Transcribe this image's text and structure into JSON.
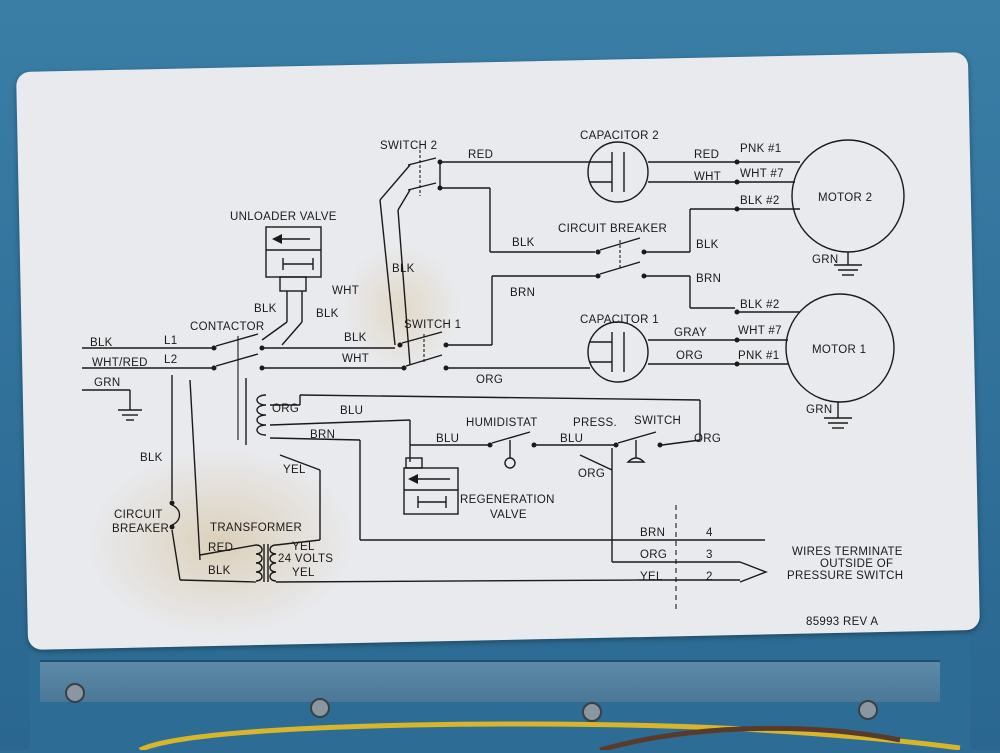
{
  "labels": {
    "switch2": "SWITCH 2",
    "capacitor2": "CAPACITOR 2",
    "motor2": "MOTOR 2",
    "unloader_valve": "UNLOADER VALVE",
    "circuit_breaker_top": "CIRCUIT BREAKER",
    "contactor": "CONTACTOR",
    "switch1": "SWITCH 1",
    "capacitor1": "CAPACITOR 1",
    "motor1": "MOTOR 1",
    "humidistat": "HUMIDISTAT",
    "press": "PRESS.",
    "switch": "SWITCH",
    "regeneration_valve_1": "REGENERATION",
    "regeneration_valve_2": "VALVE",
    "circuit_breaker_left_1": "CIRCUIT",
    "circuit_breaker_left_2": "BREAKER",
    "transformer": "TRANSFORMER",
    "volts": "24 VOLTS",
    "wires_note_1": "WIRES TERMINATE",
    "wires_note_2": "OUTSIDE OF",
    "wires_note_3": "PRESSURE SWITCH",
    "part_number": "85993 REV A",
    "l1": "L1",
    "l2": "L2"
  },
  "wires": {
    "red_top": "RED",
    "red_cap2": "RED",
    "pnk1_top": "PNK #1",
    "wht_cap2": "WHT",
    "wht7_top": "WHT #7",
    "blk2_top": "BLK #2",
    "grn_motor2": "GRN",
    "blk_breaker_in": "BLK",
    "blk_breaker_out": "BLK",
    "brn_breaker_out": "BRN",
    "blk_sw2": "BLK",
    "wht_sw2": "WHT",
    "blk_unloader_a": "BLK",
    "blk_unloader_b": "BLK",
    "brn_sw1": "BRN",
    "blk_in": "BLK",
    "whtred_in": "WHT/RED",
    "grn_in": "GRN",
    "blk_contactor": "BLK",
    "wht_contactor": "WHT",
    "org_sw1": "ORG",
    "blk2_motor1": "BLK #2",
    "gray_cap1": "GRAY",
    "wht7_motor1": "WHT #7",
    "org_cap1": "ORG",
    "pnk1_motor1": "PNK #1",
    "grn_motor1": "GRN",
    "org_coil": "ORG",
    "blu_coil": "BLU",
    "brn_coil": "BRN",
    "blu_regen": "BLU",
    "blu_humid": "BLU",
    "org_press": "ORG",
    "org_press_down": "ORG",
    "yel_coil": "YEL",
    "blk_left": "BLK",
    "red_tr": "RED",
    "blk_tr": "BLK",
    "yel_tr1": "YEL",
    "yel_tr2": "YEL",
    "brn_term": "BRN",
    "org_term": "ORG",
    "yel_term": "YEL",
    "t4": "4",
    "t3": "3",
    "t2": "2"
  }
}
